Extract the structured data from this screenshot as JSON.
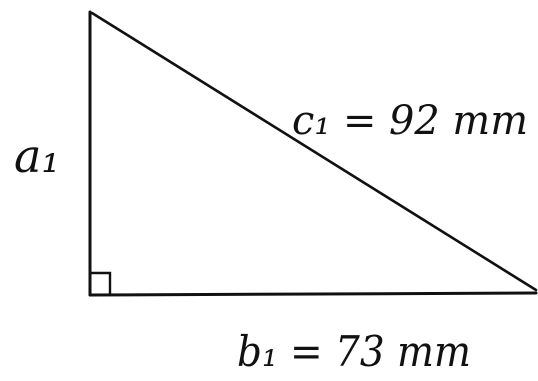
{
  "diagram": {
    "type": "right-triangle",
    "stroke_color": "#111111",
    "background_color": "#ffffff",
    "labels": {
      "side_a": "a₁",
      "side_b": "b₁ = 73 mm",
      "side_c": "c₁ = 92 mm"
    },
    "right_angle_marker": true
  }
}
